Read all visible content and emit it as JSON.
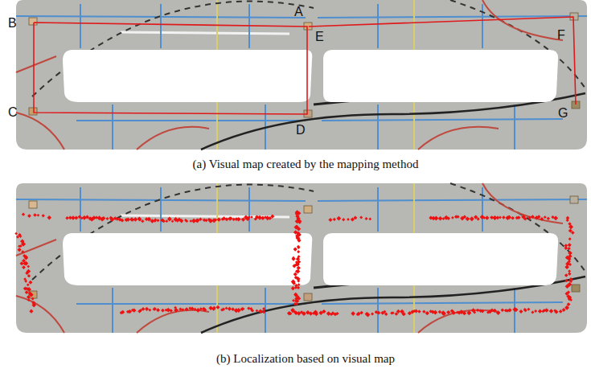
{
  "diagram": {
    "labels": [
      "A",
      "B",
      "C",
      "D",
      "E",
      "F",
      "G",
      "(a) Visual map created by the mapping method",
      "(b) Localization based on visual map"
    ]
  }
}
